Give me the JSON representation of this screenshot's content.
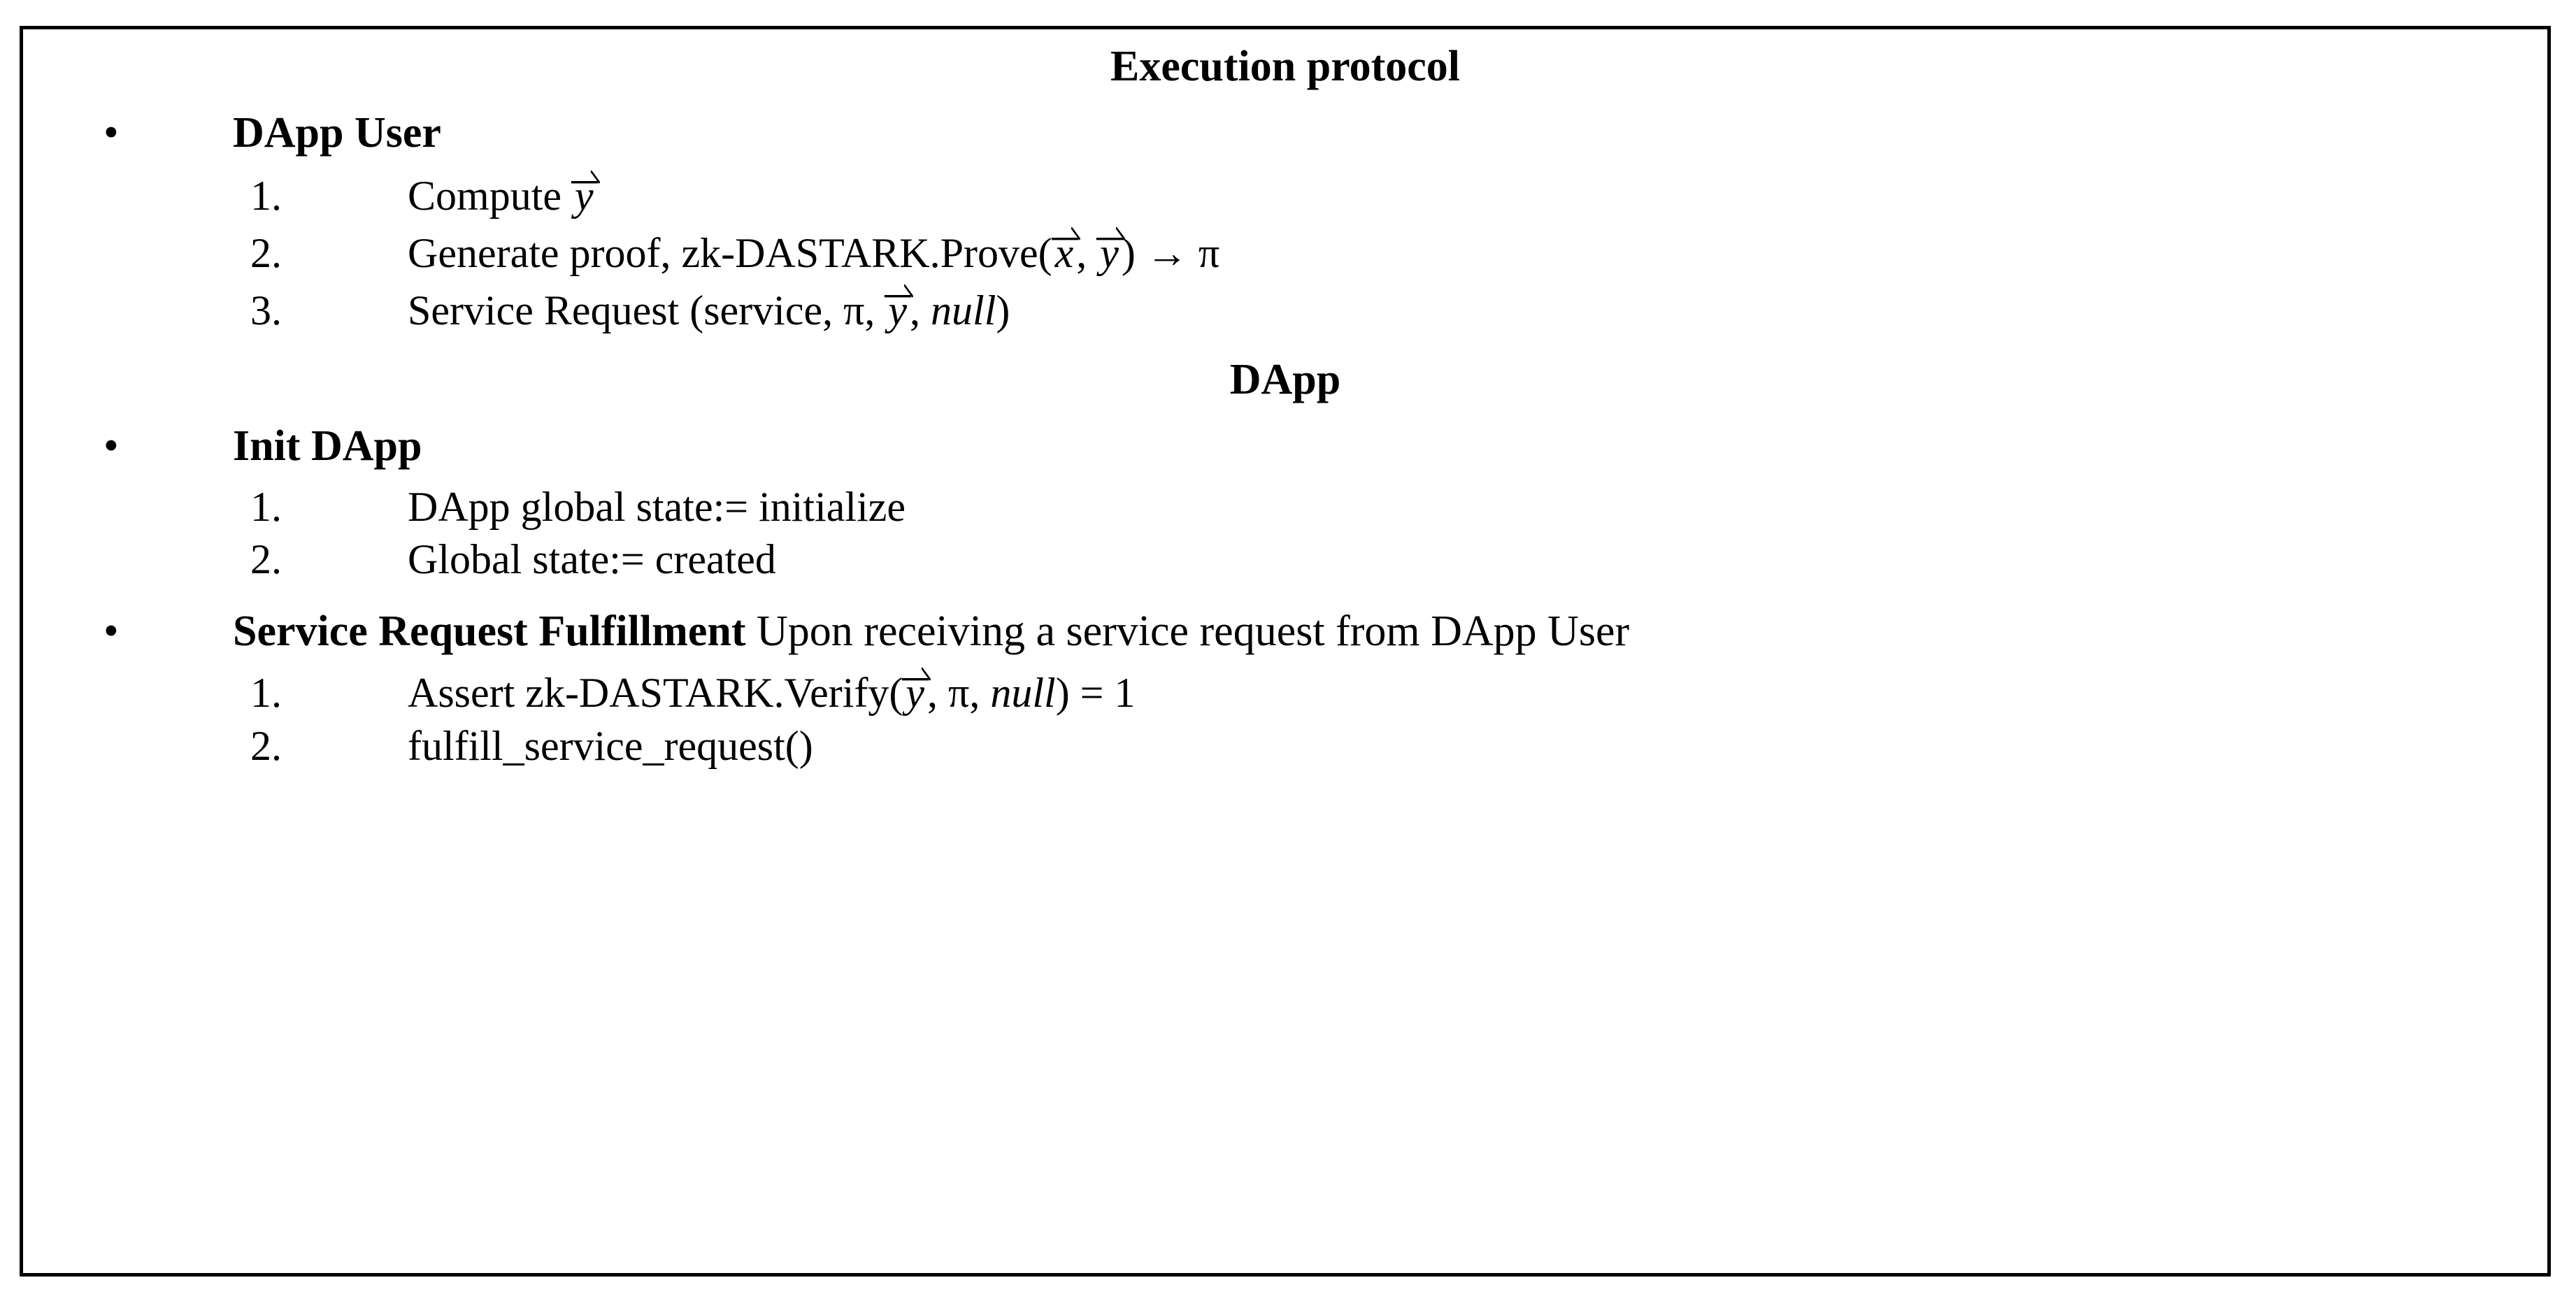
{
  "frame": {
    "border_color": "#000000",
    "background": "#ffffff"
  },
  "title": "Execution protocol",
  "sections": [
    {
      "bullet_glyph": "•",
      "label": "DApp User",
      "tail": "",
      "steps": [
        {
          "marker": "1.",
          "pre": "Compute ",
          "vec1": "y",
          "mid": "",
          "post": ""
        },
        {
          "marker": "2.",
          "pre": "Generate proof, zk-DASTARK.Prove(",
          "vec1": "x",
          "mid": ", ",
          "vec2": "y",
          "post": ") → π"
        },
        {
          "marker": "3.",
          "pre": "Service Request (service, π, ",
          "vec1": "y",
          "mid": ", ",
          "post_italic": "null",
          "post": ")"
        }
      ]
    }
  ],
  "heading_dapp": "DApp",
  "init_dapp": {
    "bullet_glyph": "•",
    "label": "Init DApp",
    "steps": [
      {
        "marker": "1.",
        "text": "DApp global state:= initialize"
      },
      {
        "marker": "2.",
        "text": "Global state:= created"
      }
    ]
  },
  "fulfillment": {
    "bullet_glyph": "•",
    "label": "Service Request Fulfillment",
    "tail": "  Upon receiving a service request from DApp User",
    "steps": [
      {
        "marker": "1.",
        "pre": "Assert zk-DASTARK.Verify(",
        "vec1": "y",
        "mid": ", π, ",
        "post_italic": "null",
        "post": ") = 1"
      },
      {
        "marker": "2.",
        "text": "fulfill_service_request()"
      }
    ]
  },
  "math_symbols": {
    "pi": "π",
    "arrow_right": "→",
    "vector_x": "x",
    "vector_y": "y",
    "equals_one": "= 1"
  }
}
